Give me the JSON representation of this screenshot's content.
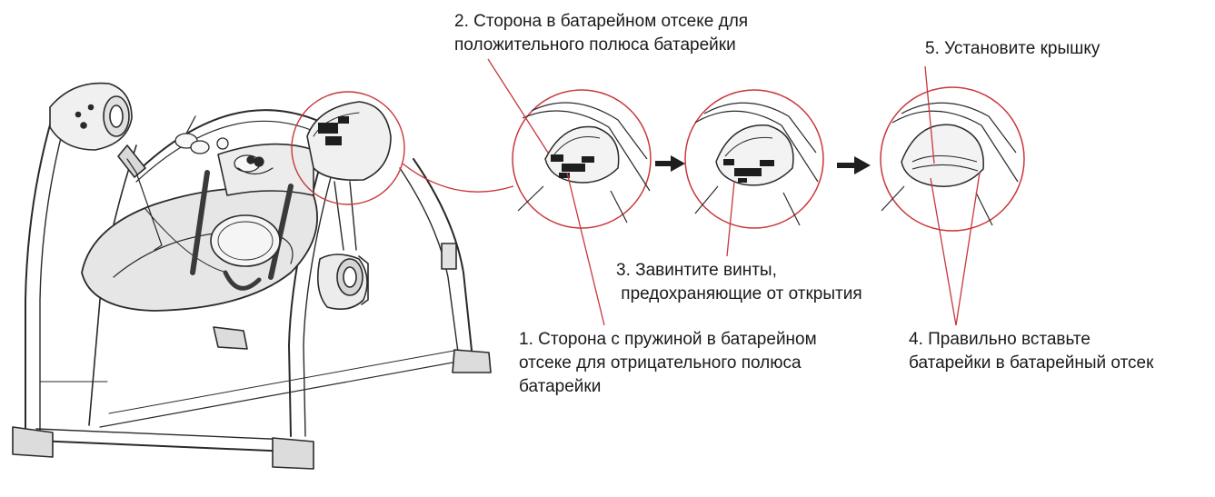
{
  "labels": {
    "step1": {
      "line1": "1. Сторона с пружиной в батарейном",
      "line2": "отсеке для отрицательного полюса",
      "line3": "батарейки"
    },
    "step2": {
      "line1": "2.  Сторона в батарейном отсеке для",
      "line2": "положительного полюса батарейки"
    },
    "step3": {
      "line1": "3. Завинтите винты,",
      "line2": " предохраняющие от открытия"
    },
    "step4": {
      "line1": "4. Правильно вставьте",
      "line2": "батарейки в батарейный отсек"
    },
    "step5": {
      "line1": "5. Установите крышку"
    }
  },
  "colors": {
    "callout": "#c8373c",
    "line": "#2a2a2a",
    "fill": "#f2f2f2",
    "background": "#ffffff"
  },
  "icons": [
    "baby-swing-illustration",
    "battery-compartment-detail",
    "arrow-right-icon"
  ]
}
